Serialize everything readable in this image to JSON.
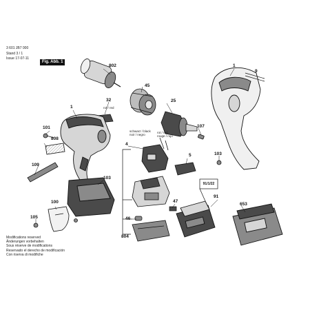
{
  "header": {
    "part_number": "3 601 JB7 000",
    "stand_label": "Stand",
    "stand_value": "3 / 1",
    "issue_label": "Issue",
    "issue_value": "17-07-11",
    "figure_label": "Fig. Abb. 1"
  },
  "callouts": [
    {
      "id": "c1-left",
      "label": "1"
    },
    {
      "id": "c1-right",
      "label": "1"
    },
    {
      "id": "c4",
      "label": "4"
    },
    {
      "id": "c5",
      "label": "5"
    },
    {
      "id": "c9",
      "label": "9"
    },
    {
      "id": "c25",
      "label": "25"
    },
    {
      "id": "c32",
      "label": "32"
    },
    {
      "id": "c45",
      "label": "45"
    },
    {
      "id": "c46",
      "label": "46"
    },
    {
      "id": "c47",
      "label": "47"
    },
    {
      "id": "c91",
      "label": "91"
    },
    {
      "id": "c100",
      "label": "100"
    },
    {
      "id": "c101",
      "label": "101"
    },
    {
      "id": "c103-left",
      "label": "103"
    },
    {
      "id": "c103-right",
      "label": "103"
    },
    {
      "id": "c105",
      "label": "105"
    },
    {
      "id": "c107",
      "label": "107"
    },
    {
      "id": "c109",
      "label": "109"
    },
    {
      "id": "c653",
      "label": "653"
    },
    {
      "id": "c802",
      "label": "802"
    },
    {
      "id": "c804",
      "label": "804"
    },
    {
      "id": "c808",
      "label": "808"
    }
  ],
  "notes": {
    "wire_red_top": "rot / red",
    "wire_black": "schwarz / black",
    "wire_black_sub": "noir / negro",
    "wire_red": "rot / red",
    "wire_red_sub": "rouge / rojo",
    "ref_91": "91/1/22"
  },
  "modifications": [
    "Modifications reserved",
    "Änderungen vorbehalten",
    "Sous réserve de modifications",
    "Reservado el derecho de modificación",
    "Con riserva di modifiche"
  ],
  "colors": {
    "line": "#111111",
    "dark_fill": "#4a4a4a",
    "mid_fill": "#8a8a8a",
    "light_fill": "#d6d6d6"
  }
}
